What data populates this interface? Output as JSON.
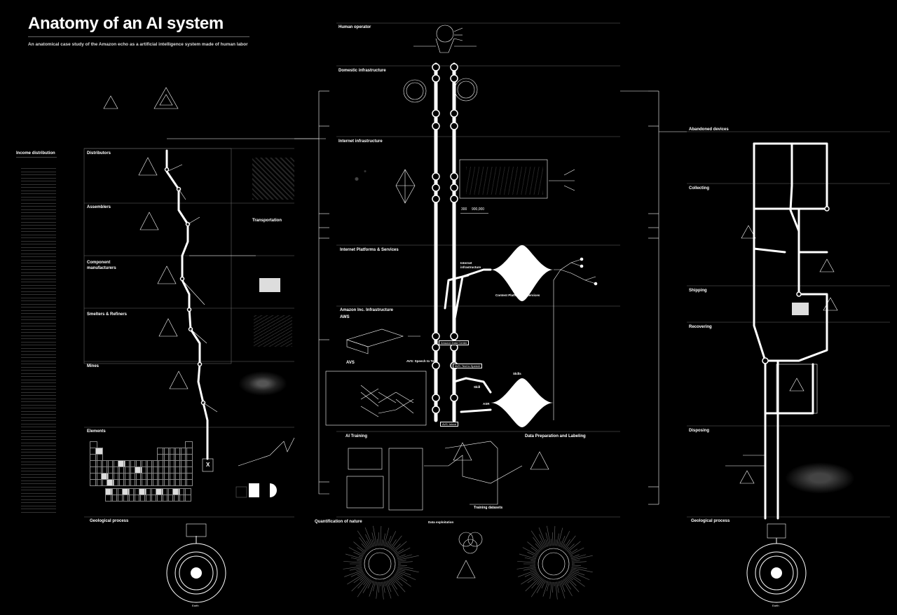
{
  "header": {
    "title": "Anatomy of an AI system",
    "subtitle": "An anatomical case study of the Amazon echo as a artificial intelligence system made of human labor"
  },
  "left_column": {
    "income_distribution": "Income distribution",
    "distributors": "Distributors",
    "assemblers": "Assemblers",
    "component_manufacturers": "Component\nmanufacturers",
    "smelters_refiners": "Smelters & Refiners",
    "mines": "Mines",
    "elements": "Elements",
    "geological_process": "Geological process",
    "transportation": "Transportation",
    "earth": "Earth",
    "x_mark": "X"
  },
  "center_column": {
    "human_operator": "Human operator",
    "domestic_infrastructure": "Domestic infrastructure",
    "internet_infrastructure": "Internet infrastructure",
    "internet_platforms": "Internet Platforms & Services",
    "amazon_infrastructure": "Amazon Inc. Infrastructure",
    "aws": "AWS",
    "avs": "AVS",
    "avs_speech_to_text": "AVS: Speech to Text",
    "avs_text_to_speech": "AVS: Text to Speech",
    "amazon_data_center": "Amazon Data Center",
    "avs_intent": "AVS: Intent",
    "skills": "Skills",
    "skill": "Skill",
    "asr": "ASR",
    "ai_training": "AI Training",
    "data_preparation": "Data Preparation and Labeling",
    "training_datasets": "Training datasets",
    "quantification_of_nature": "Quantification of nature",
    "data_exploitation": "Data exploitation",
    "internet_infrastructure_node": "Internet\ninfrastructure",
    "content_platforms": "Content Platforms & Services",
    "num_300": "300",
    "num_900000": "900,000"
  },
  "right_column": {
    "abandoned_devices": "Abandoned devices",
    "collecting": "Collecting",
    "shipping": "Shipping",
    "recovering": "Recovering",
    "disposing": "Disposing",
    "geological_process": "Geological process",
    "earth": "Earth"
  },
  "colors": {
    "background": "#000000",
    "foreground": "#ffffff",
    "rule": "#555555"
  }
}
